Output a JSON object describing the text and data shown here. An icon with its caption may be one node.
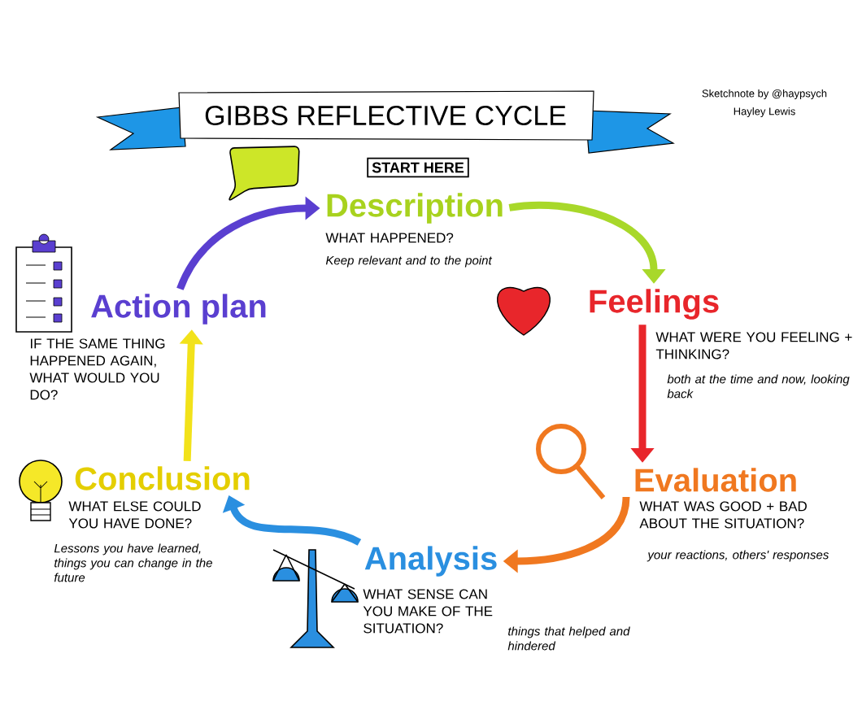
{
  "diagram": {
    "title": "GIBBS REFLECTIVE CYCLE",
    "nodes": [
      {
        "text": [
          "START HERE"
        ]
      },
      {
        "text": [
          "Description"
        ],
        "beside": [
          "WHAT HAPPENED?",
          "Keep relevant and to the point"
        ]
      },
      {
        "text": [
          "Feelings"
        ],
        "beside": [
          "WHAT WERE YOU FEELING + THINKING?",
          "both at the time and now, looking back"
        ]
      },
      {
        "text": [
          "Evaluation"
        ],
        "beside": [
          "WHAT WAS GOOD + BAD ABOUT THE SITUATION?",
          "your reactions, others' responses"
        ]
      },
      {
        "text": [
          "Analysis"
        ],
        "beside": [
          "WHAT SENSE CAN YOU MAKE OF THE SITUATION?",
          "things that helped and hindered"
        ]
      },
      {
        "text": [
          "Conclusion"
        ],
        "beside": [
          "WHAT ELSE COULD YOU HAVE DONE?",
          "Lessons you have learned, things you can change in the future"
        ]
      },
      {
        "text": [
          "Action plan"
        ],
        "beside": [
          "IF THE SAME THING HAPPENED AGAIN, WHAT WOULD YOU DO?"
        ]
      }
    ],
    "edges": [
      {
        "from": 1,
        "to": 2,
        "arrow": "to",
        "color": "#a8d82a"
      },
      {
        "from": 2,
        "to": 3,
        "arrow": "to",
        "color": "#e8262b"
      },
      {
        "from": 3,
        "to": 4,
        "arrow": "to",
        "color": "#f07820"
      },
      {
        "from": 4,
        "to": 5,
        "arrow": "to",
        "color": "#2a8fe0"
      },
      {
        "from": 5,
        "to": 6,
        "arrow": "to",
        "color": "#f2e21a"
      },
      {
        "from": 6,
        "to": 1,
        "arrow": "to",
        "color": "#5a3fd0"
      }
    ],
    "labels": [
      "Sketchnote by @haypsych",
      "Hayley Lewis"
    ]
  }
}
